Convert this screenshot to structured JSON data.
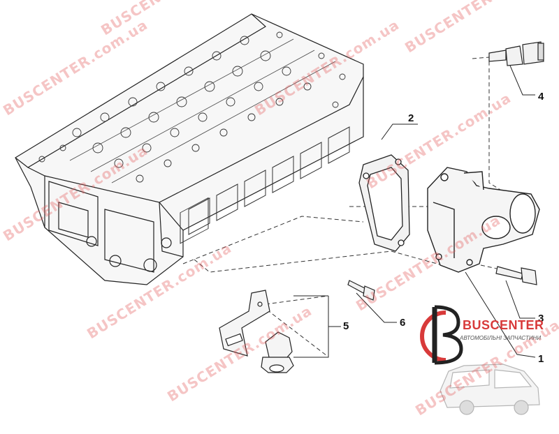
{
  "diagram": {
    "callouts": [
      "1",
      "2",
      "3",
      "4",
      "5",
      "6"
    ]
  },
  "watermark": {
    "text": "BUSCENTER.com.ua"
  },
  "brand": {
    "name": "BUSCENTER",
    "tagline": "АВТОМОБІЛЬНІ ЗАПЧАСТИНИ",
    "accent": "#d83a3a"
  }
}
